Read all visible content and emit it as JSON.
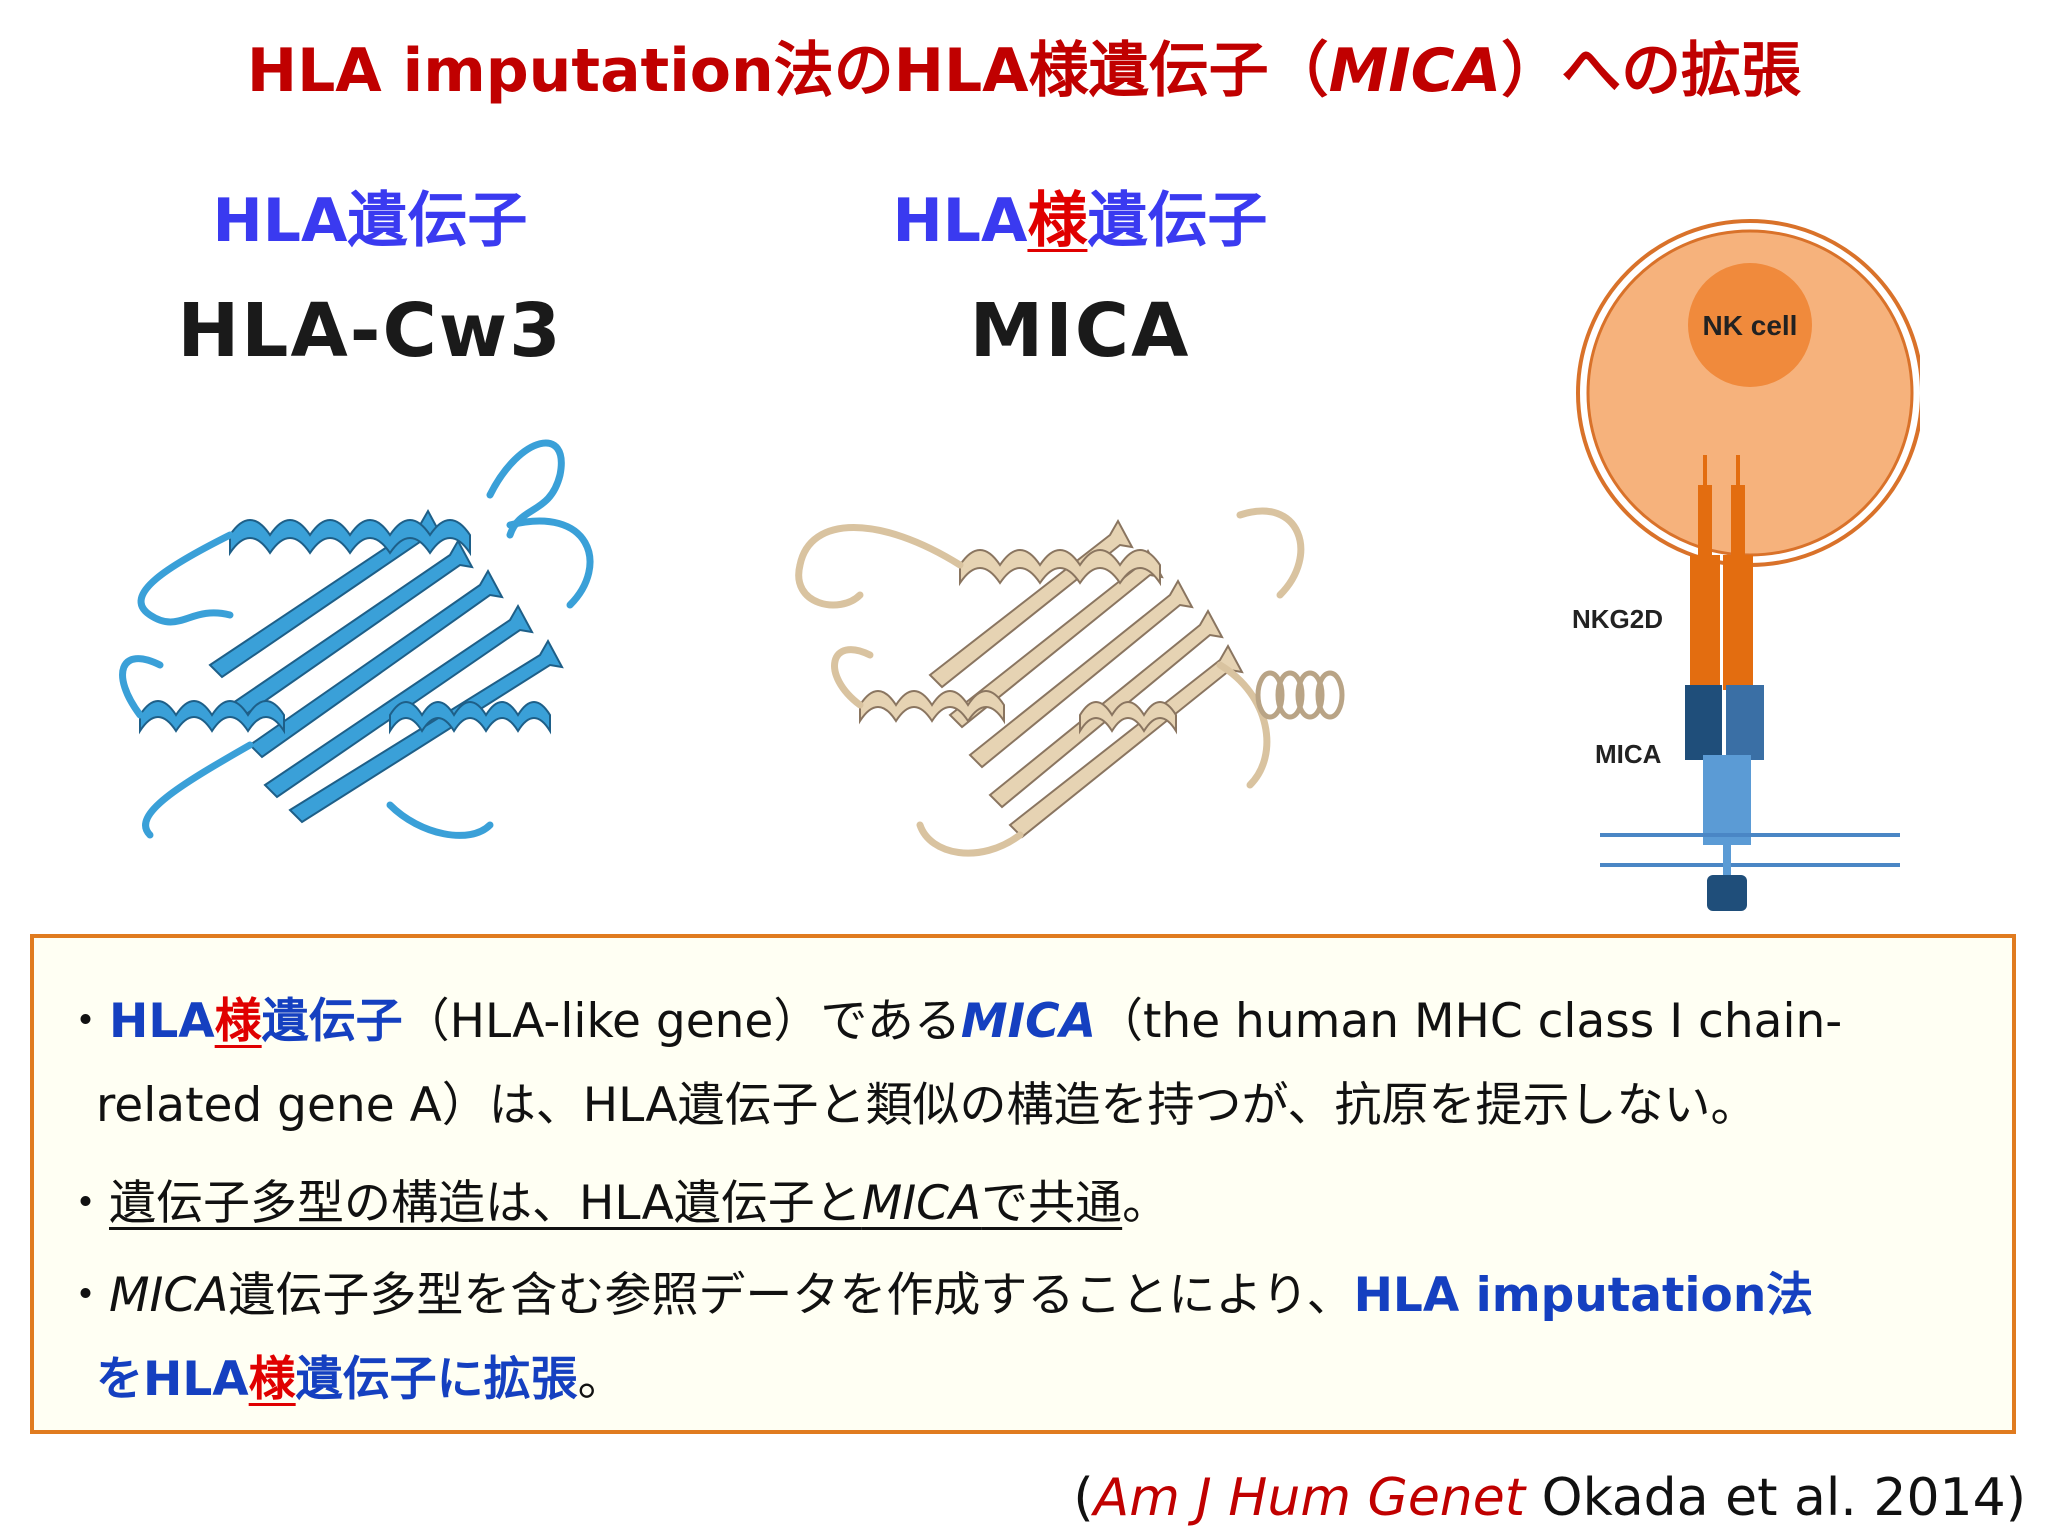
{
  "title": {
    "part1": "HLA imputation法のHLA様遺伝子（",
    "italic": "MICA",
    "part2": "）への拡張"
  },
  "left_panel": {
    "heading": "HLA遺伝子",
    "protein_name": "HLA-Cw3",
    "icon": "protein-ribbon-icon",
    "color": "#3aa0d8"
  },
  "middle_panel": {
    "heading_a": "HLA",
    "heading_b": "様",
    "heading_c": "遺伝子",
    "protein_name": "MICA",
    "icon": "protein-ribbon-icon",
    "color": "#e6d3b3"
  },
  "right_panel": {
    "cell_label": "NK cell",
    "receptor_label": "NKG2D",
    "ligand_label": "MICA",
    "colors": {
      "cell": "#f6b27c",
      "nucleus": "#f08a3c",
      "receptor": "#e36d10",
      "ligand_dark": "#1f4e7a",
      "ligand_light": "#5b9bd5"
    }
  },
  "box": {
    "bullet": "・",
    "b1": {
      "hla": "HLA",
      "yo": "様",
      "gene": "遺伝子",
      "t1": "（HLA-like gene）である",
      "mica": "MICA",
      "t2": "（the human MHC class I chain-",
      "line2": "related gene A）は、HLA遺伝子と類似の構造を持つが、抗原を提示しない。"
    },
    "b2": {
      "u1": "遺伝子多型の構造は、HLA遺伝子と",
      "mica": "MICA",
      "u2": "で共通",
      "end": "。"
    },
    "b3": {
      "mica": "MICA",
      "t1": "遺伝子多型を含む参照データを作成することにより、",
      "hla": "HLA imputation法",
      "l2a": "をHLA",
      "yo": "様",
      "l2b": "遺伝子に拡張",
      "end": "。"
    }
  },
  "citation": {
    "open": "(",
    "journal": "Am J Hum Genet",
    "rest": " Okada et al. 2014)"
  }
}
